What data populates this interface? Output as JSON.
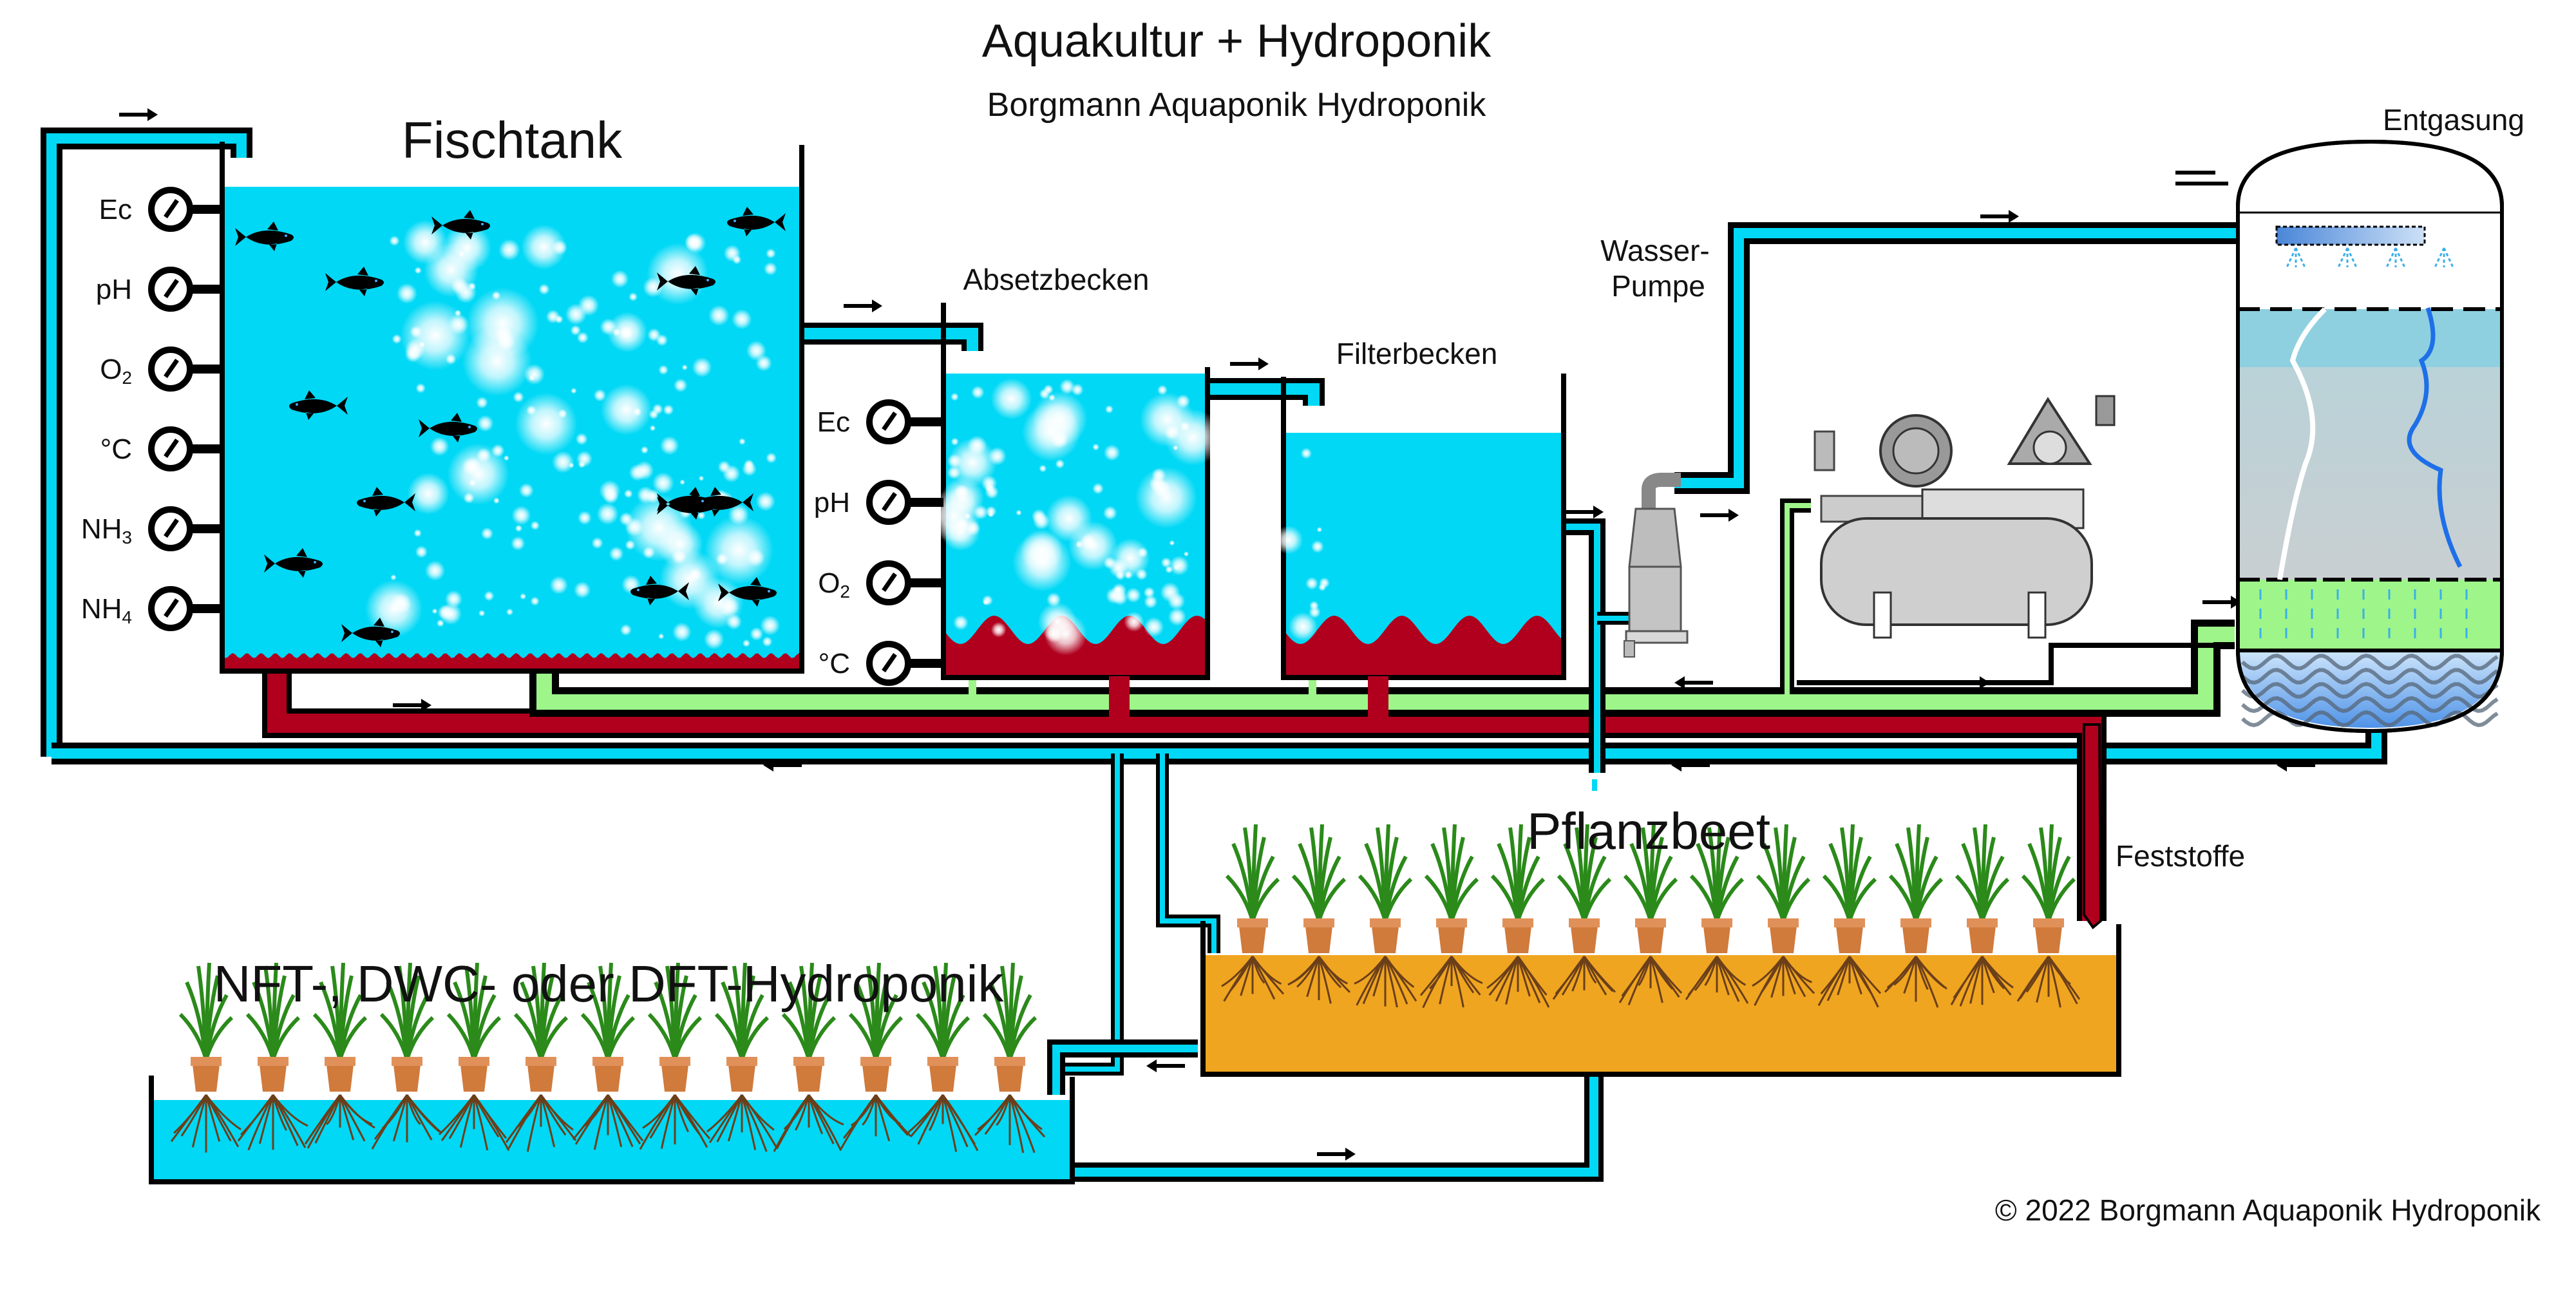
{
  "header": {
    "title": "Aquakultur + Hydroponik",
    "subtitle": "Borgmann Aquaponik Hydroponik"
  },
  "labels": {
    "fish_tank": "Fischtank",
    "settling_tank": "Absetzbecken",
    "filter_tank": "Filterbecken",
    "water_pump_line1": "Wasser-",
    "water_pump_line2": "Pumpe",
    "degassing": "Entgasung",
    "plant_bed": "Pflanzbeet",
    "solids": "Feststoffe",
    "hydroponics": "NFT-, DWC- oder DFT-Hydroponik"
  },
  "fish_tank_gauges": [
    {
      "label": "Ec",
      "sub": ""
    },
    {
      "label": "pH",
      "sub": ""
    },
    {
      "label": "O",
      "sub": "2"
    },
    {
      "label": "°C",
      "sub": ""
    },
    {
      "label": "NH",
      "sub": "3"
    },
    {
      "label": "NH",
      "sub": "4"
    }
  ],
  "settling_tank_gauges": [
    {
      "label": "Ec",
      "sub": ""
    },
    {
      "label": "pH",
      "sub": ""
    },
    {
      "label": "O",
      "sub": "2"
    },
    {
      "label": "°C",
      "sub": ""
    }
  ],
  "plant_bed_plants": 13,
  "hydroponic_plants": 13,
  "fish_count": 15,
  "copyright": "© 2022 Borgmann Aquaponik Hydroponik",
  "colors": {
    "water": "#00d8f5",
    "solids_pipe": "#b0001e",
    "air_pipe": "#9ef58a",
    "substrate": "#f0a520",
    "pipe_outline": "#000000",
    "leaf": "#2b8a1a",
    "pot": "#d07a3c"
  }
}
